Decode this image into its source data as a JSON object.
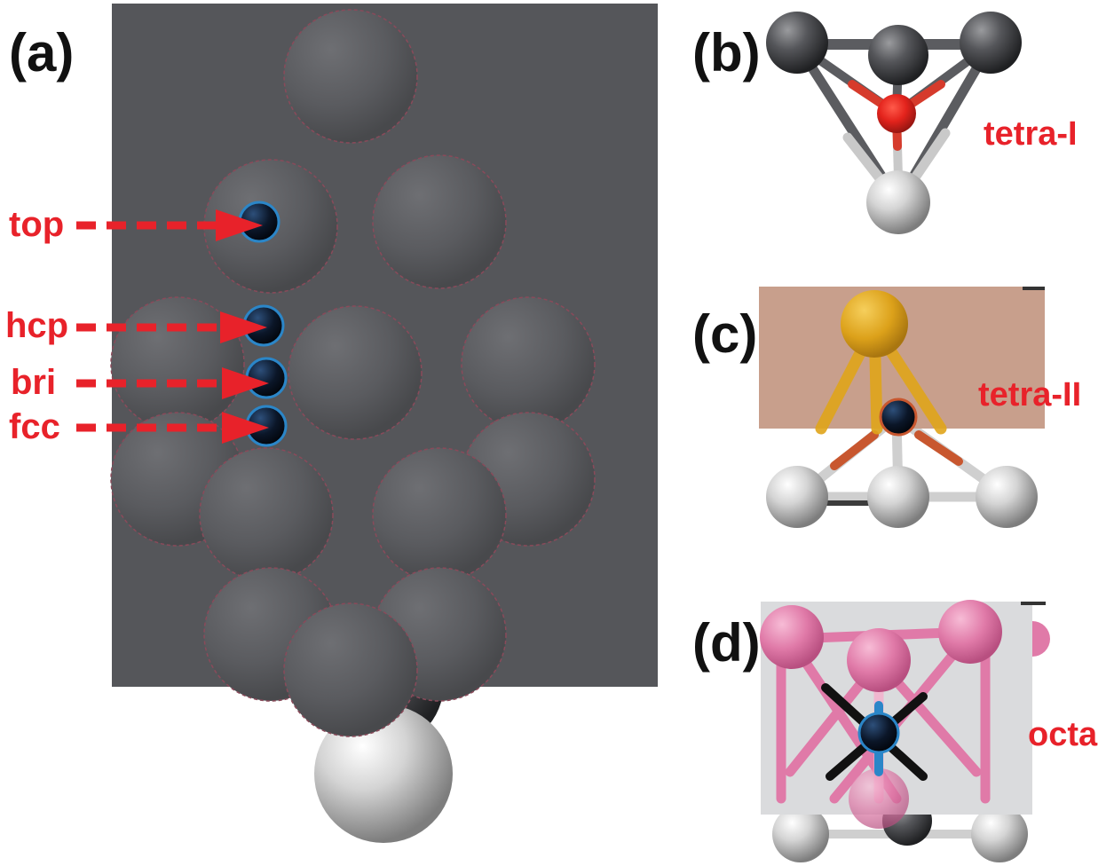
{
  "panels": {
    "a": {
      "label": "(a)"
    },
    "b": {
      "label": "(b)",
      "site": "tetra-I"
    },
    "c": {
      "label": "(c)",
      "site": "tetra-II"
    },
    "d": {
      "label": "(d)",
      "site": "octa"
    }
  },
  "sites": [
    "top",
    "hcp",
    "bri",
    "fcc"
  ],
  "colors": {
    "accent": "#e8222a",
    "panel_a_bg": "#55565a",
    "panel_c_bg": "#c89f8c",
    "panel_d_bg": "#dadbdd",
    "atom_dark": "#4a4b4e",
    "atom_light": "#d8d8d8",
    "atom_gold": "#e0a51a",
    "atom_pink": "#e07aa8",
    "adsorbate": "#0d1a33"
  }
}
